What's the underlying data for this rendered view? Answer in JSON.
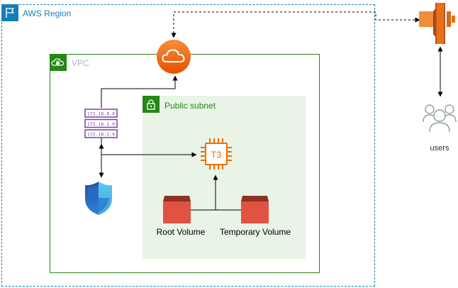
{
  "region": {
    "label": "AWS Region"
  },
  "vpc": {
    "label": "VPC"
  },
  "subnet": {
    "label": "Public subnet"
  },
  "route_table": {
    "entries": [
      "172.16.0.0",
      "172.16.1.0",
      "172.16.2.0"
    ]
  },
  "instance": {
    "label": "T3"
  },
  "volumes": {
    "root_label": "Root Volume",
    "temp_label": "Temporary Volume"
  },
  "users": {
    "label": "users"
  },
  "colors": {
    "region": "#147EBA",
    "vpc": "#248814",
    "subnet_fill": "#E9F3E6",
    "internet_gateway": "#F58534",
    "instance": "#ED7100",
    "volume": "#E05243",
    "route_table": "#7E3FA0",
    "api_gateway": "#E7711B",
    "shield": "#2A7FD5"
  },
  "icons": {
    "region": "flag-icon",
    "vpc": "cloud-lock-icon",
    "subnet": "padlock-icon",
    "gateway": "cloud-icon",
    "instance": "chip-icon",
    "volume": "block-storage-icon",
    "shield": "security-shield-icon",
    "api": "api-gateway-icon",
    "users": "users-icon"
  }
}
